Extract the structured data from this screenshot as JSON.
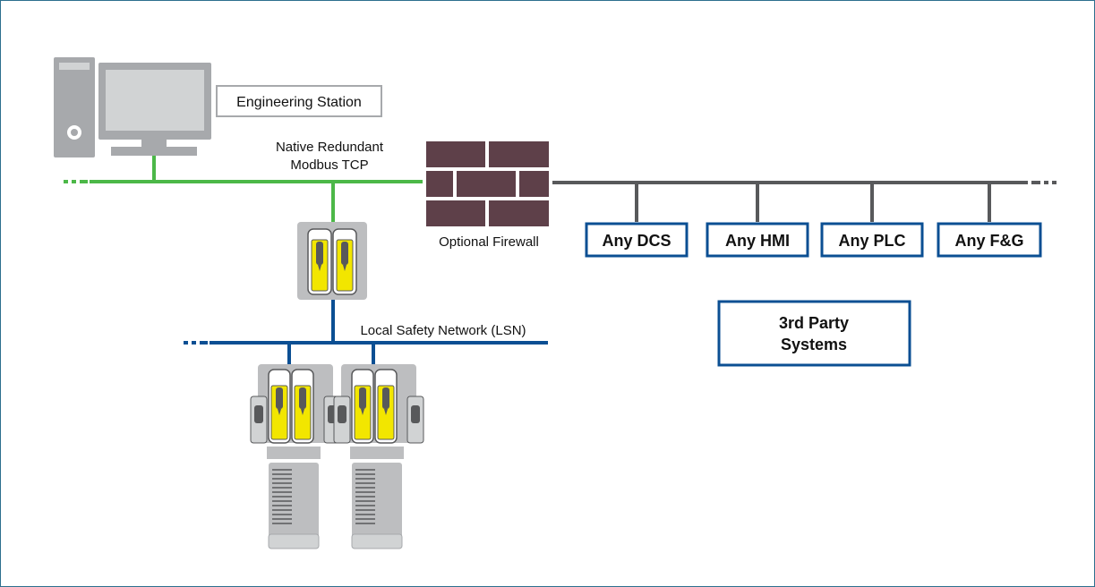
{
  "labels": {
    "engineering_station": "Engineering Station",
    "network_line1": "Native Redundant",
    "network_line2": "Modbus TCP",
    "firewall": "Optional Firewall",
    "lsn": "Local Safety Network (LSN)",
    "third_party_line1": "3rd Party",
    "third_party_line2": "Systems"
  },
  "systems": [
    "Any DCS",
    "Any HMI",
    "Any PLC",
    "Any F&G"
  ],
  "colors": {
    "frame": "#2d6f8e",
    "modbus_line": "#4cb848",
    "third_party_line": "#58595b",
    "lsn_line": "#0b4f93",
    "box_border": "#0b4f93",
    "firewall": "#5e4049",
    "yellow": "#f2e600",
    "module_gray": "#bdbec0"
  }
}
